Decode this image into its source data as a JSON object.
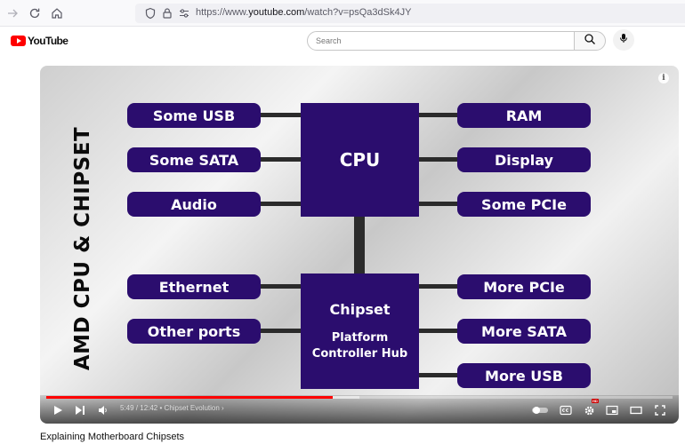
{
  "browser": {
    "url_prefix": "https://www.",
    "url_domain": "youtube.com",
    "url_path": "/watch?v=psQa3dSk4JY"
  },
  "header": {
    "logo_text": "YouTube",
    "search_placeholder": "Search"
  },
  "video": {
    "slide": {
      "vertical_title": "AMD CPU & CHIPSET",
      "cpu_label": "CPU",
      "chipset_label": "Chipset",
      "chipset_sub": [
        "Platform",
        "Controller Hub"
      ],
      "cpu_left": [
        "Some USB",
        "Some SATA",
        "Audio"
      ],
      "cpu_right": [
        "RAM",
        "Display",
        "Some PCIe"
      ],
      "chipset_left": [
        "Ethernet",
        "Other ports"
      ],
      "chipset_right": [
        "More PCIe",
        "More SATA",
        "More USB"
      ],
      "box_color": "#2b0d6e"
    },
    "controls": {
      "time": "5:49 / 12:42",
      "separator": "•",
      "chapter": "Chipset Evolution",
      "progress_played": 0.458,
      "progress_loaded": 0.5
    }
  },
  "title": "Explaining Motherboard Chipsets"
}
